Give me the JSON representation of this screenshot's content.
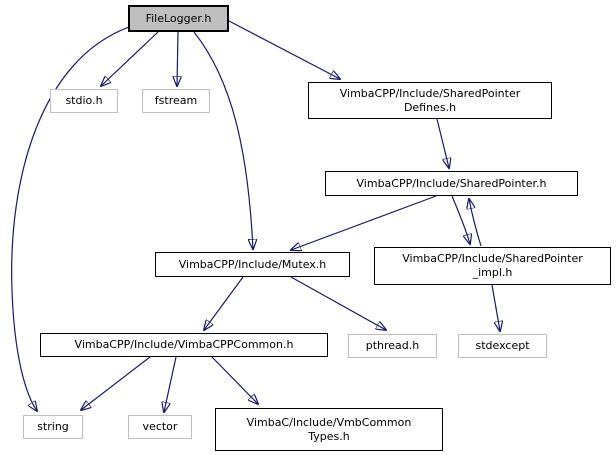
{
  "graph": {
    "type": "include-dependency-graph",
    "root": "FileLogger.h",
    "nodes": {
      "filelogger": "FileLogger.h",
      "stdio": "stdio.h",
      "fstream": "fstream",
      "spdefines": "VimbaCPP/Include/SharedPointer\nDefines.h",
      "sharedpointer": "VimbaCPP/Include/SharedPointer.h",
      "mutex": "VimbaCPP/Include/Mutex.h",
      "spimpl": "VimbaCPP/Include/SharedPointer\n_impl.h",
      "common": "VimbaCPP/Include/VimbaCPPCommon.h",
      "pthread": "pthread.h",
      "stdexcept": "stdexcept",
      "string": "string",
      "vector": "vector",
      "vmbtypes": "VimbaC/Include/VmbCommon\nTypes.h"
    },
    "edges": [
      {
        "from": "FileLogger.h",
        "to": "stdio.h"
      },
      {
        "from": "FileLogger.h",
        "to": "fstream"
      },
      {
        "from": "FileLogger.h",
        "to": "VimbaCPP/Include/SharedPointerDefines.h"
      },
      {
        "from": "FileLogger.h",
        "to": "VimbaCPP/Include/Mutex.h"
      },
      {
        "from": "FileLogger.h",
        "to": "string"
      },
      {
        "from": "VimbaCPP/Include/SharedPointerDefines.h",
        "to": "VimbaCPP/Include/SharedPointer.h"
      },
      {
        "from": "VimbaCPP/Include/SharedPointer.h",
        "to": "VimbaCPP/Include/Mutex.h"
      },
      {
        "from": "VimbaCPP/Include/SharedPointer.h",
        "to": "VimbaCPP/Include/SharedPointer_impl.h"
      },
      {
        "from": "VimbaCPP/Include/SharedPointer_impl.h",
        "to": "VimbaCPP/Include/SharedPointer.h"
      },
      {
        "from": "VimbaCPP/Include/SharedPointer_impl.h",
        "to": "stdexcept"
      },
      {
        "from": "VimbaCPP/Include/Mutex.h",
        "to": "VimbaCPP/Include/VimbaCPPCommon.h"
      },
      {
        "from": "VimbaCPP/Include/Mutex.h",
        "to": "pthread.h"
      },
      {
        "from": "VimbaCPP/Include/VimbaCPPCommon.h",
        "to": "string"
      },
      {
        "from": "VimbaCPP/Include/VimbaCPPCommon.h",
        "to": "vector"
      },
      {
        "from": "VimbaCPP/Include/VimbaCPPCommon.h",
        "to": "VimbaC/Include/VmbCommonTypes.h"
      }
    ],
    "colors": {
      "edge": "#191970",
      "root_fill": "#bfbfbf",
      "node_fill": "#ffffff",
      "internal_border": "#000000",
      "external_border": "#c0c0c0"
    }
  }
}
